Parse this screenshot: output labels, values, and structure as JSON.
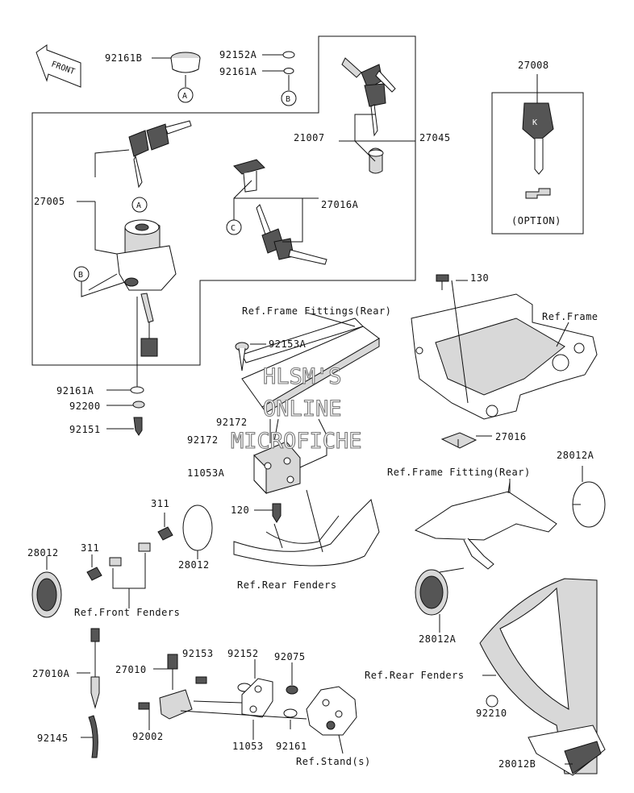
{
  "parts": {
    "p92161B": "92161B",
    "p92152A": "92152A",
    "p92161A_top": "92161A",
    "p27008": "27008",
    "p21007": "21007",
    "p27045": "27045",
    "p27005": "27005",
    "p27016A": "27016A",
    "p130": "130",
    "p92153A": "92153A",
    "p92161A_low": "92161A",
    "p92200": "92200",
    "p92151": "92151",
    "p92172_a": "92172",
    "p92172_b": "92172",
    "p27016": "27016",
    "p11053A": "11053A",
    "p28012A_top": "28012A",
    "p120": "120",
    "p311_a": "311",
    "p311_b": "311",
    "p28012_left": "28012",
    "p28012_right": "28012",
    "p28012A_low": "28012A",
    "p27010A": "27010A",
    "p27010": "27010",
    "p92153": "92153",
    "p92152": "92152",
    "p92075": "92075",
    "p92145": "92145",
    "p92002": "92002",
    "p11053": "11053",
    "p92161": "92161",
    "p92210": "92210",
    "p28012B": "28012B"
  },
  "refs": {
    "frame_fittings_rear": "Ref.Frame Fittings(Rear)",
    "frame": "Ref.Frame",
    "frame_fitting_rear": "Ref.Frame Fitting(Rear)",
    "rear_fenders_mid": "Ref.Rear Fenders",
    "front_fenders": "Ref.Front Fenders",
    "rear_fenders_low": "Ref.Rear Fenders",
    "stand": "Ref.Stand(s)"
  },
  "callouts": {
    "a1": "A",
    "b1": "B",
    "a2": "A",
    "b2": "B",
    "c1": "C"
  },
  "option_label": "(OPTION)",
  "front_arrow": "FRONT",
  "watermark": [
    "HLSM'S",
    "ONLINE",
    "MICROFICHE"
  ]
}
